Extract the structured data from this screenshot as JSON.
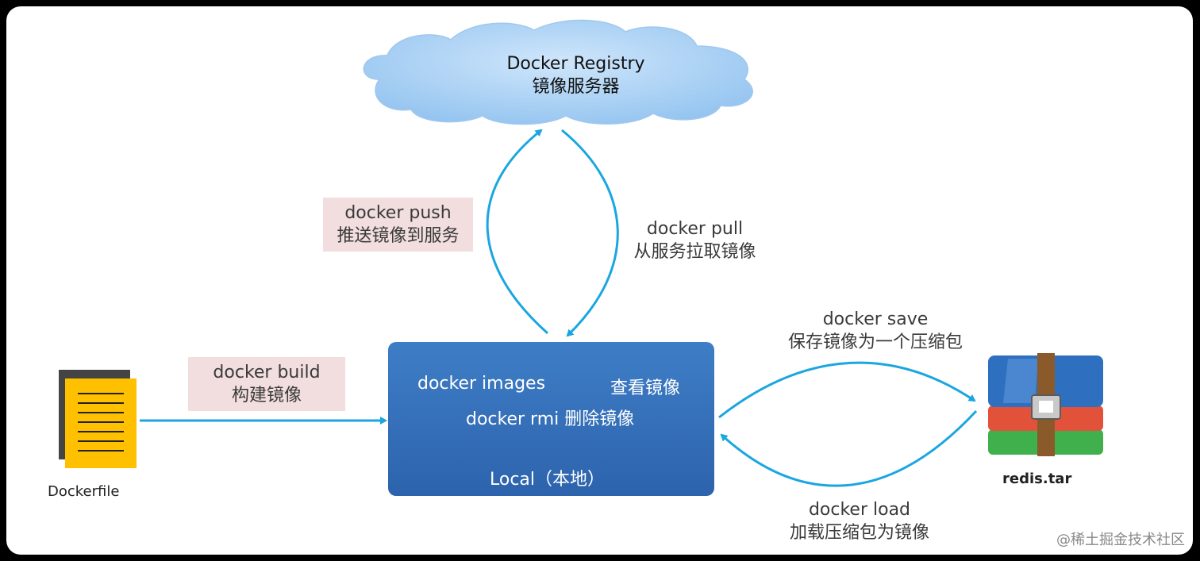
{
  "colors": {
    "arrow": "#1aa6e0",
    "local_box": "#3470b8",
    "pink": "#f2dede",
    "doc_yellow": "#ffc000"
  },
  "registry": {
    "title": "Docker Registry",
    "subtitle": "镜像服务器"
  },
  "push": {
    "command": "docker push",
    "desc": "推送镜像到服务"
  },
  "pull": {
    "command": "docker pull",
    "desc": "从服务拉取镜像"
  },
  "build": {
    "command": "docker build",
    "desc": "构建镜像"
  },
  "local": {
    "images_cmd": "docker images",
    "images_desc": "查看镜像",
    "rmi": "docker rmi 删除镜像",
    "label": "Local（本地）"
  },
  "save": {
    "command": "docker save",
    "desc": "保存镜像为一个压缩包"
  },
  "load": {
    "command": "docker load",
    "desc": "加载压缩包为镜像"
  },
  "dockerfile": {
    "label": "Dockerfile",
    "icon": "document-icon"
  },
  "archive": {
    "label": "redis.tar",
    "icon": "archive-icon"
  },
  "watermark": "@稀土掘金技术社区"
}
